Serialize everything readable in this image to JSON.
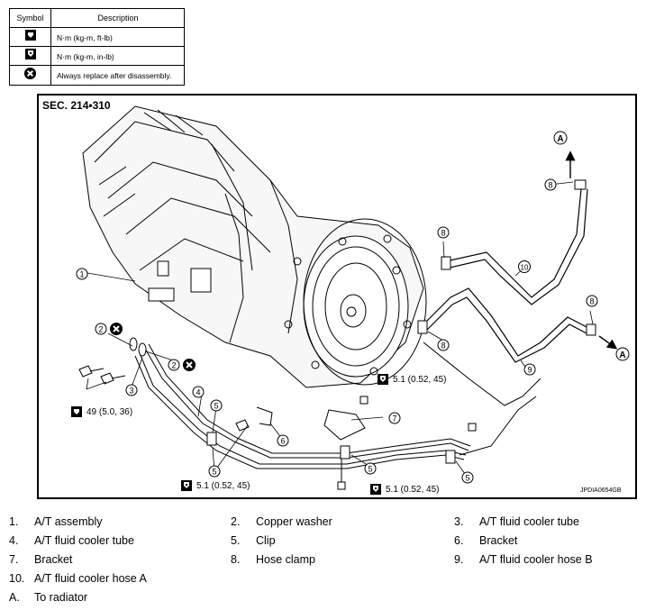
{
  "symbol_table": {
    "header": {
      "symbol": "Symbol",
      "description": "Description"
    },
    "rows": [
      {
        "icon": "torque-wrench-icon",
        "description": "N·m (kg-m, ft-lb)"
      },
      {
        "icon": "torque-wrench-small-icon",
        "description": "N·m (kg-m, in-lb)"
      },
      {
        "icon": "always-replace-icon",
        "description": "Always replace after disassembly."
      }
    ]
  },
  "diagram": {
    "section": "SEC. 214•310",
    "figure_id": "JPDIA0654GB",
    "callouts": [
      "1",
      "2",
      "2",
      "3",
      "4",
      "5",
      "5",
      "5",
      "5",
      "6",
      "7",
      "8",
      "8",
      "8",
      "8",
      "9",
      "10",
      "A",
      "A"
    ],
    "torques": {
      "t49": "49 (5.0, 36)",
      "t51a": "5.1 (0.52, 45)",
      "t51b": "5.1 (0.52, 45)",
      "t51c": "5.1 (0.52, 45)"
    }
  },
  "legend": [
    {
      "num": "1.",
      "label": "A/T assembly"
    },
    {
      "num": "2.",
      "label": "Copper washer"
    },
    {
      "num": "3.",
      "label": "A/T fluid cooler tube"
    },
    {
      "num": "4.",
      "label": "A/T fluid cooler tube"
    },
    {
      "num": "5.",
      "label": "Clip"
    },
    {
      "num": "6.",
      "label": "Bracket"
    },
    {
      "num": "7.",
      "label": "Bracket"
    },
    {
      "num": "8.",
      "label": "Hose clamp"
    },
    {
      "num": "9.",
      "label": "A/T fluid cooler hose B"
    },
    {
      "num": "10.",
      "label": "A/T fluid cooler hose A"
    },
    {
      "num": "A.",
      "label": "To radiator"
    }
  ]
}
